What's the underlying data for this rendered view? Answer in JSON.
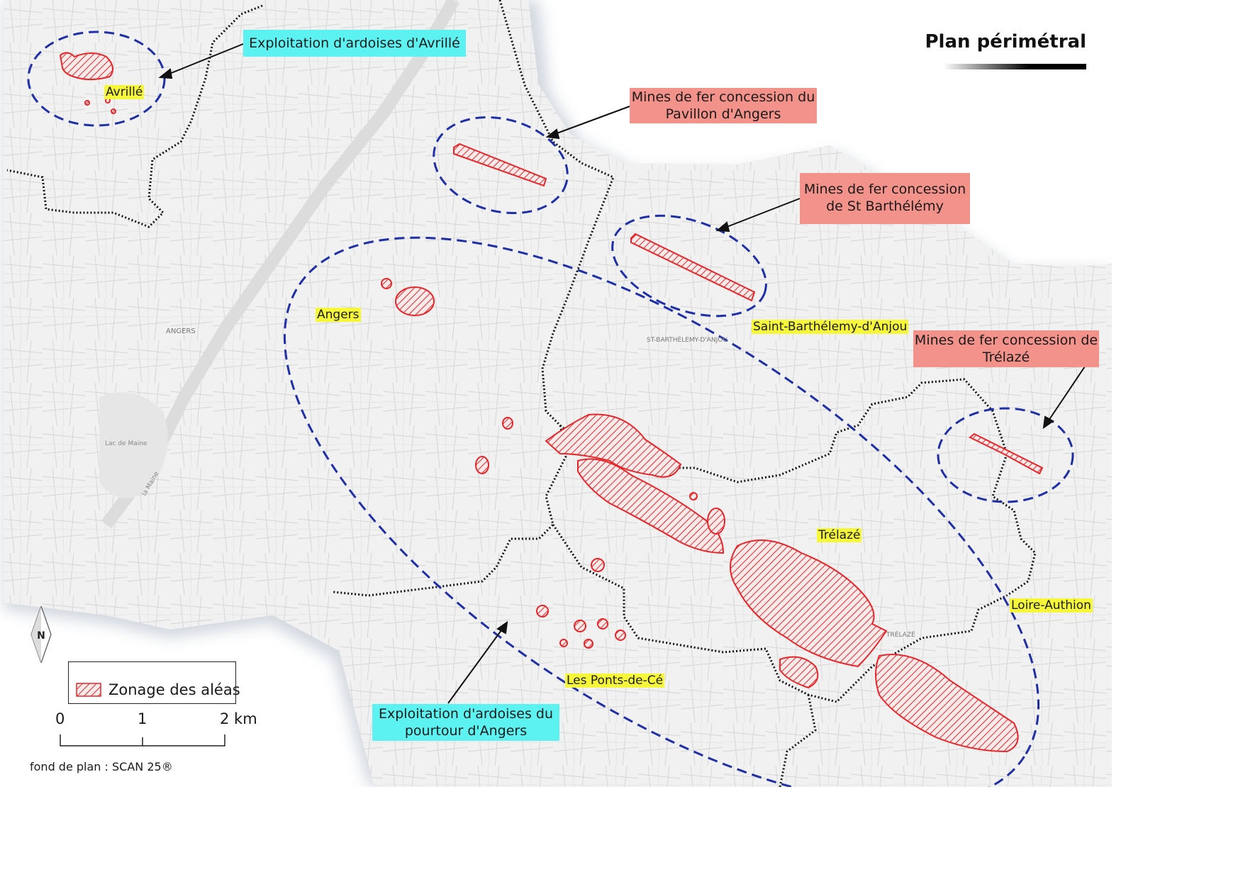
{
  "map_title": "Plan périmétral",
  "callouts": {
    "avrille": "Exploitation d'ardoises d'Avrillé",
    "pavillon_line1": "Mines de fer concession du",
    "pavillon_line2": "Pavillon d'Angers",
    "barthelemy_line1": "Mines de fer concession",
    "barthelemy_line2": "de St Barthélémy",
    "trelaze_line1": "Mines de fer concession de",
    "trelaze_line2": "Trélazé",
    "pourtour_line1": "Exploitation d'ardoises du",
    "pourtour_line2": "pourtour d'Angers"
  },
  "places": {
    "avrille": "Avrillé",
    "angers": "Angers",
    "saint_barthelemy": "Saint-Barthélemy-d'Anjou",
    "trelaze": "Trélazé",
    "loire_authion": "Loire-Authion",
    "ponts_de_ce": "Les Ponts-de-Cé"
  },
  "basemap_labels": {
    "angers_upper": "ANGERS",
    "st_barthelemy_upper": "ST-BARTHÉLEMY-D'ANJOU",
    "trelaze_upper": "TRÉLAZÉ",
    "lac_de_maine": "Lac de Maine",
    "la_maine": "la Maine"
  },
  "legend": {
    "hazard_zone_label": "Zonage des aléas"
  },
  "scale": {
    "tick_0": "0",
    "tick_1": "1",
    "tick_2": "2 km"
  },
  "north_label": "N",
  "source_note": "fond de plan : SCAN 25®",
  "colors": {
    "hazard_hatch": "#e8262a",
    "study_ellipse": "#1f2fa8",
    "commune_boundary": "#111111",
    "callout_cyan": "#5cf2f2",
    "callout_salmon": "#f2928a",
    "place_highlight": "#f7f73a"
  }
}
